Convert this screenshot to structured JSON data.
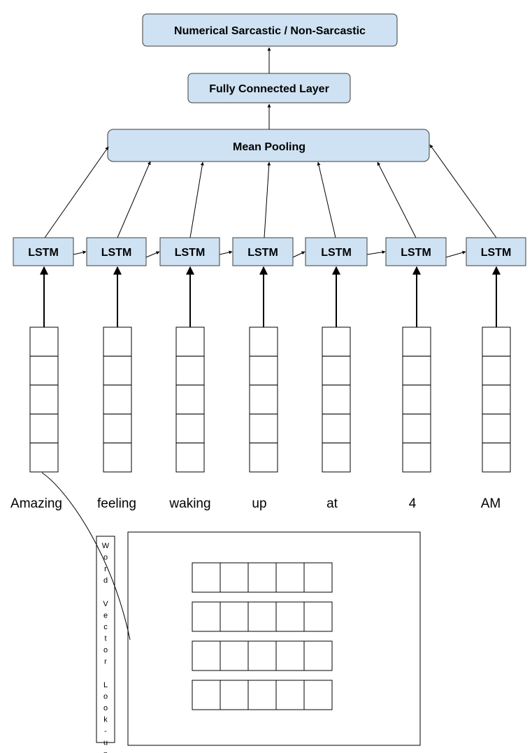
{
  "output_label": "Numerical Sarcastic / Non-Sarcastic",
  "fc_label": "Fully Connected Layer",
  "pooling_label": "Mean Pooling",
  "lstm_label": "LSTM",
  "words": [
    "Amazing",
    "feeling",
    "waking",
    "up",
    "at",
    "4",
    "AM"
  ],
  "lookup_label": "Word Vector Look-up",
  "colors": {
    "node_fill": "#cfe2f3",
    "node_stroke": "#3d3d3d",
    "line": "#000000"
  }
}
